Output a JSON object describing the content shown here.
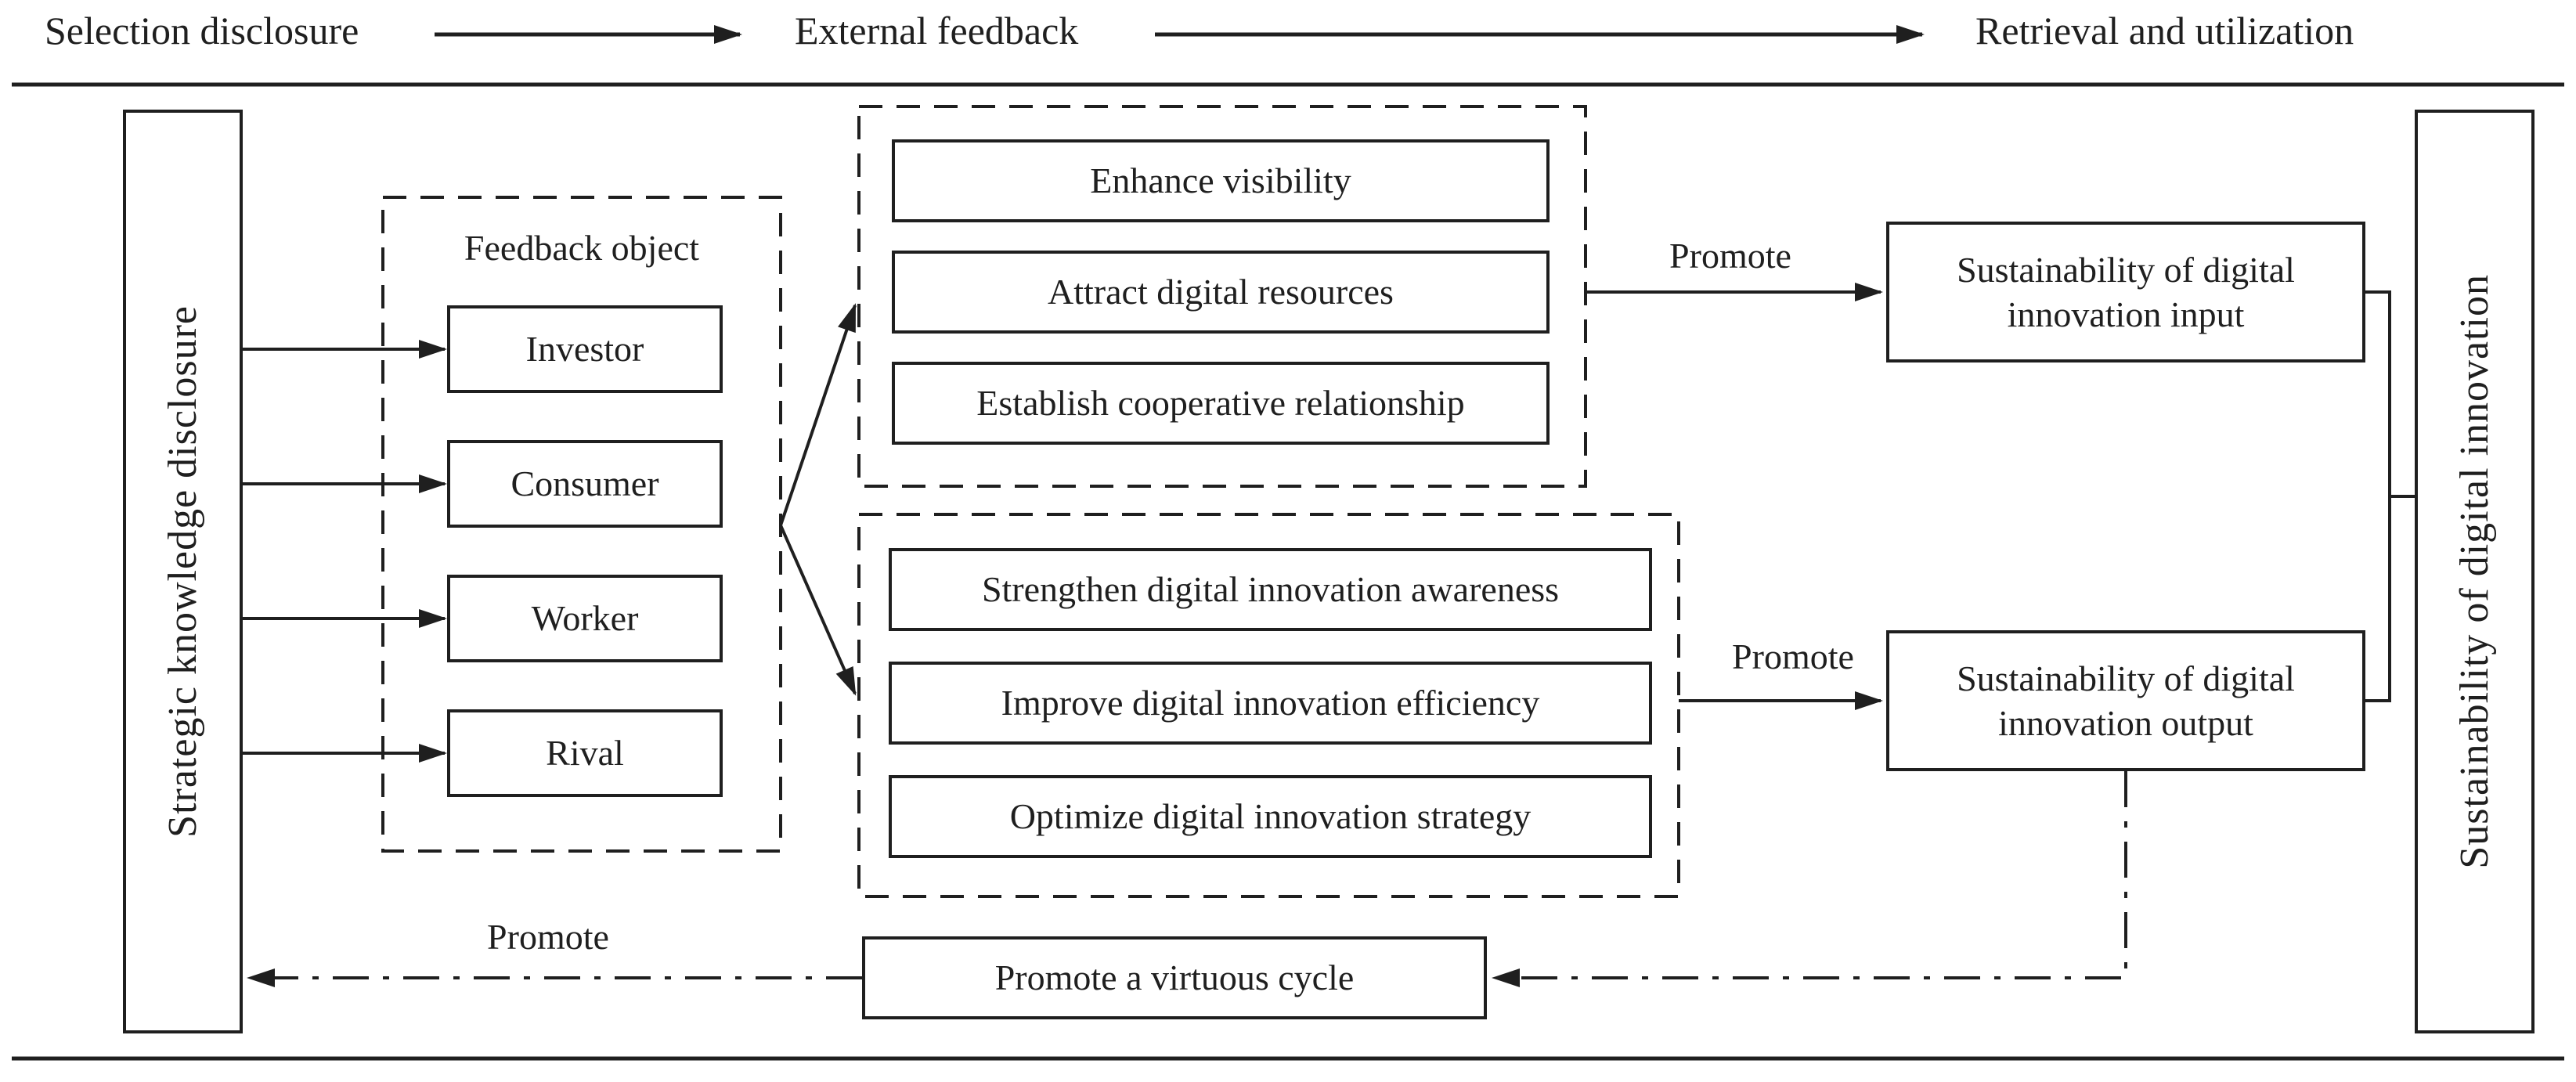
{
  "colors": {
    "ink": "#1f1f1f",
    "background": "#ffffff"
  },
  "header": {
    "stage1": "Selection disclosure",
    "stage2": "External feedback",
    "stage3": "Retrieval and utilization"
  },
  "left_panel": {
    "label": "Strategic knowledge disclosure"
  },
  "feedback_object": {
    "title": "Feedback object",
    "items": [
      "Investor",
      "Consumer",
      "Worker",
      "Rival"
    ]
  },
  "resource_group": {
    "items": [
      "Enhance visibility",
      "Attract digital resources",
      "Establish cooperative relationship"
    ]
  },
  "innovation_group": {
    "items": [
      "Strengthen digital innovation awareness",
      "Improve digital innovation efficiency",
      "Optimize digital innovation strategy"
    ]
  },
  "outcomes": {
    "promote_top_label": "Promote",
    "promote_bottom_label": "Promote",
    "input_box": "Sustainability of digital innovation input",
    "output_box": "Sustainability of digital innovation output"
  },
  "right_panel": {
    "label": "Sustainability of digital innovation"
  },
  "cycle": {
    "promote_label": "Promote",
    "box": "Promote a virtuous cycle"
  }
}
